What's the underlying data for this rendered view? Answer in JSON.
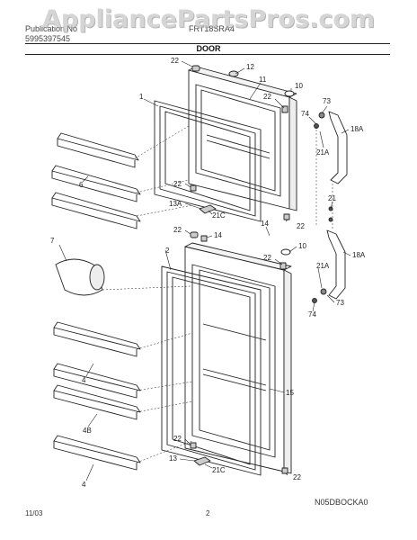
{
  "watermark": "AppliancePartsPros.com",
  "header": {
    "left_line_1": "Publication No",
    "left_line_2": "5995397545",
    "right_line_1": "FRT18SRA4",
    "section_title": "DOOR"
  },
  "footer": {
    "date": "11/03",
    "page": "2",
    "drawing_code": "N05DBOCKA0"
  },
  "callouts": {
    "c22_top": "22",
    "c12": "12",
    "c11": "11",
    "c10_top": "10",
    "c1": "1",
    "c22_r1": "22",
    "c73_top": "73",
    "c74_top": "74",
    "c18A_top": "18A",
    "c21A_top": "21A",
    "c6": "6",
    "c22_mid1": "22",
    "c13A": "13A",
    "c21C_top": "21C",
    "c21": "21",
    "c22_mid2": "22",
    "c14_a": "14",
    "c22_mid3": "22",
    "c14_b": "14",
    "c10_mid": "10",
    "c7": "7",
    "c2": "2",
    "c22_mid4": "22",
    "c18A_bot": "18A",
    "c21A_bot": "21A",
    "c73_bot": "73",
    "c74_bot": "74",
    "c4_top": "4",
    "c15": "15",
    "c4B": "4B",
    "c4_bot": "4",
    "c22_bot1": "22",
    "c13": "13",
    "c21C_bot": "21C",
    "c22_bot2": "22"
  }
}
